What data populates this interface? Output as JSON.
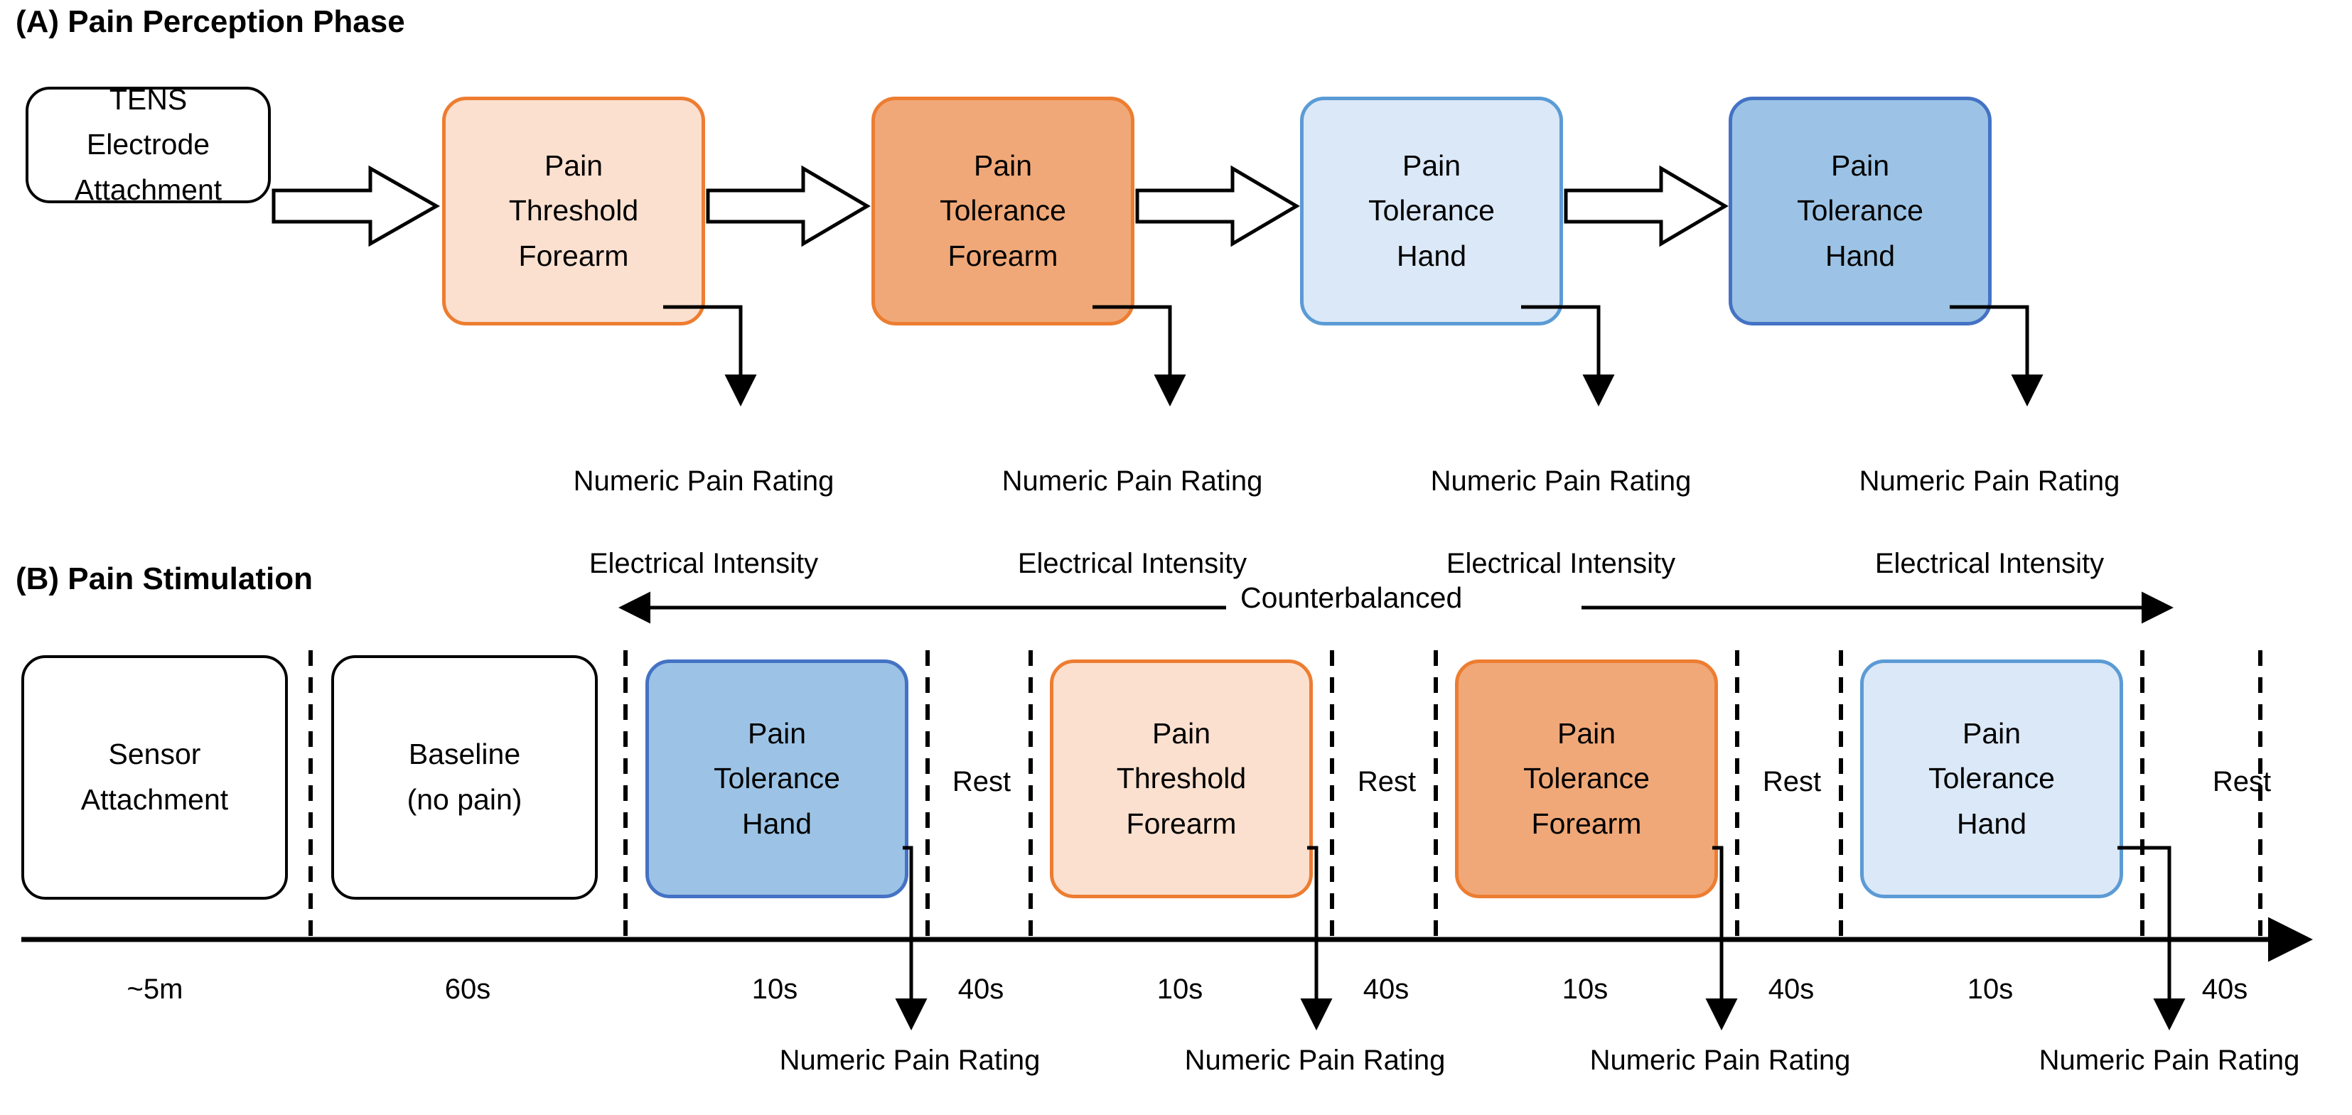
{
  "figure": {
    "sections": [
      {
        "key": "A",
        "title": "(A) Pain Perception Phase"
      },
      {
        "key": "B",
        "title": "(B) Pain Stimulation"
      }
    ]
  },
  "colors": {
    "orange_border": "#ED7D31",
    "orange_light_fill": "#FBE0CF",
    "orange_fill": "#F0A878",
    "blue_border": "#5B9BD5",
    "blue_light_fill": "#DBE8F7",
    "blue_fill": "#9CC3E5",
    "blue_dark_border": "#4472C4",
    "outline": "#000000",
    "background": "#FFFFFF"
  },
  "panel_a": {
    "title": "(A) Pain Perception Phase",
    "nodes": [
      {
        "id": "tens",
        "lines": [
          "TENS",
          "Electrode",
          "Attachment"
        ],
        "style": "plain",
        "has_output": false
      },
      {
        "id": "pain-threshold-forearm",
        "lines": [
          "Pain",
          "Threshold",
          "Forearm"
        ],
        "style": "lightorange",
        "has_output": true
      },
      {
        "id": "pain-tolerance-forearm",
        "lines": [
          "Pain",
          "Tolerance",
          "Forearm"
        ],
        "style": "orange",
        "has_output": true
      },
      {
        "id": "pain-tolerance-hand-light",
        "lines": [
          "Pain",
          "Tolerance",
          "Hand"
        ],
        "style": "lightblue",
        "has_output": true
      },
      {
        "id": "pain-tolerance-hand-dark",
        "lines": [
          "Pain",
          "Tolerance",
          "Hand"
        ],
        "style": "blue",
        "has_output": true
      }
    ],
    "outputs": [
      {
        "lines": [
          "Numeric Pain Rating",
          "Electrical Intensity"
        ]
      },
      {
        "lines": [
          "Numeric Pain Rating",
          "Electrical Intensity"
        ]
      },
      {
        "lines": [
          "Numeric Pain Rating",
          "Electrical Intensity"
        ]
      },
      {
        "lines": [
          "Numeric Pain Rating",
          "Electrical Intensity"
        ]
      }
    ],
    "arrow_count": 4
  },
  "panel_b": {
    "title": "(B) Pain Stimulation",
    "counterbalanced_label": "Counterbalanced",
    "nodes": [
      {
        "id": "sensor-attachment",
        "lines": [
          "Sensor",
          "Attachment"
        ],
        "style": "plain",
        "duration": "~5m",
        "rest_after": null
      },
      {
        "id": "baseline-no-pain",
        "lines": [
          "Baseline",
          "(no pain)"
        ],
        "style": "plain",
        "duration": "60s",
        "rest_after": null
      },
      {
        "id": "pain-tolerance-hand-dark",
        "lines": [
          "Pain",
          "Tolerance",
          "Hand"
        ],
        "style": "blue",
        "duration": "10s",
        "rest_after": {
          "label": "Rest",
          "duration": "40s",
          "output": "Numeric Pain Rating"
        }
      },
      {
        "id": "pain-threshold-forearm",
        "lines": [
          "Pain",
          "Threshold",
          "Forearm"
        ],
        "style": "lightorange",
        "duration": "10s",
        "rest_after": {
          "label": "Rest",
          "duration": "40s",
          "output": "Numeric Pain Rating"
        }
      },
      {
        "id": "pain-tolerance-forearm",
        "lines": [
          "Pain",
          "Tolerance",
          "Forearm"
        ],
        "style": "orange",
        "duration": "10s",
        "rest_after": {
          "label": "Rest",
          "duration": "40s",
          "output": "Numeric Pain Rating"
        }
      },
      {
        "id": "pain-tolerance-hand-light",
        "lines": [
          "Pain",
          "Tolerance",
          "Hand"
        ],
        "style": "lightblue",
        "duration": "10s",
        "rest_after": {
          "label": "Rest",
          "duration": "40s",
          "output": "Numeric Pain Rating"
        }
      }
    ],
    "timeline_durations": [
      "~5m",
      "60s",
      "10s",
      "40s",
      "10s",
      "40s",
      "10s",
      "40s",
      "10s",
      "40s"
    ],
    "rest_labels": [
      "Rest",
      "Rest",
      "Rest",
      "Rest"
    ],
    "pain_rating_labels": [
      "Numeric Pain Rating",
      "Numeric Pain Rating",
      "Numeric Pain Rating",
      "Numeric Pain Rating"
    ]
  }
}
